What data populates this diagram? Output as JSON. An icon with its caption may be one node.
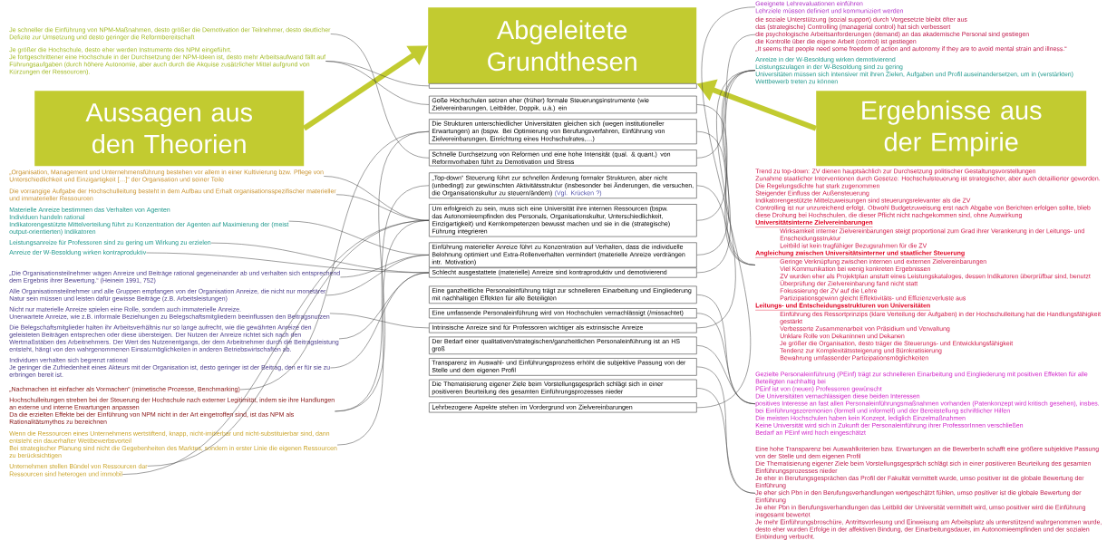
{
  "diagram": {
    "nodes": [
      {
        "text": [
          "Aussagen aus den Theorien"
        ]
      },
      {
        "text": [
          "Abgeleitete Grundthesen"
        ]
      },
      {
        "text": [
          "Ergebnisse aus der Empirie"
        ]
      },
      {
        "text": [
          "Je schneller die Einführung von NPM-Maßnahmen, desto größer die Demotivation der Teilnehmer, desto deutlicher Defizite zur Umsetzung und desto geringer die Reformbereitschaft"
        ]
      },
      {
        "text": [
          "Je größer die Hochschule, desto eher werden Instrumente des NPM eingeführt.",
          "Je fortgeschrittener eine Hochschule in der Durchsetzung der NPM-Ideen ist, desto mehr Arbeitsaufwand fällt auf Führungsaufgaben (durch höhere Autonomie, aber auch durch die Akquise zusätzlicher Mittel aufgrund von Kürzungen der Ressourcen)."
        ]
      },
      {
        "text": [
          "„Organisation, Management und Unternehmensführung bestehen vor allem in einer Kultivierung bzw. Pflege von Unterschiedlichkeit und Einzigartigkeit […]“ der Organisation und seiner Teile"
        ]
      },
      {
        "text": [
          "Die vorrangige Aufgabe der Hochschulleitung besteht in dem Aufbau und Erhalt organisationsspezifischer materieller und immaterieller Ressourcen"
        ]
      },
      {
        "text": [
          "Materielle Anreize bestimmen das Verhalten von Agenten",
          "Individuen handeln rational",
          "Indikatorengestützte Mittelverteilung führt zu Konzentration der Agenten auf Maximierung der (meist output-orientierten) Indikatoren"
        ]
      },
      {
        "text": [
          "Leistungsanreize für Professoren sind zu gering um Wirkung zu erzielen"
        ]
      },
      {
        "text": [
          "Anreize der W-Besoldung wirken kontraproduktiv"
        ]
      },
      {
        "text": [
          "„Die Organisationsteilnehmer wägen Anreize und Beiträge rational gegeneinander ab und verhalten sich entsprechend dem Ergebnis ihrer Bewertung.“ (Heinein 1991, 752)"
        ]
      },
      {
        "text": [
          "Alle Organisationsteilnehmer und alle Gruppen empfangen von der Organisation Anreize, die nicht nur monetärer Natur sein müssen und leisten dafür gewisse Beiträge (z.B. Arbeitsleistungen)"
        ]
      },
      {
        "text": [
          "Nicht nur materielle Anreize spielen eine Rolle, sondern auch immaterielle Anreize.",
          "Unerwartete Anreize, wie z.B. informale Beziehungen zu Belegschaftsmitgliedern beeinflussen den Beitragsnutzen"
        ]
      },
      {
        "text": [
          "Die Belegschaftsmitglieder halten ihr Arbeitsverhältnis nur so lange aufrecht, wie die gewährten Anreize den geleisteten Beiträgen entsprechen oder diese übersteigen. Der Nutzen der Anreize richtet sich nach den Wertmaßstäben des Arbeitnehmers. Der Wert des Nutzenentgangs, der dem Arbeitnehmer durch die Beitragsleistung entsteht, hängt von den wahrgenommenen Einsatzmöglichkeiten in anderen Betriebswirtschaften ab."
        ]
      },
      {
        "text": [
          "Individuen verhalten sich begrenzt rational",
          "Je geringer die Zufriedenheit eines Akteurs mit der Organisation ist, desto geringer ist der Beitrag, den er für sie zu erbringen bereit ist."
        ]
      },
      {
        "text": [
          "„Nachmachen ist einfacher als Vormachen“ (mimetische Prozesse, Benchmarking)"
        ]
      },
      {
        "text": [
          "Hochschulleitungen streben bei der Steuerung der Hochschule nach externer Legitimität, indem sie ihre Handlungen an externe und interne Erwartungen anpassen",
          "Da die erzielten Effekte bei der Einführung von NPM nicht in der Art eingetroffen sind, ist das NPM als Rationalitätsmythos zu bezeichnen"
        ]
      },
      {
        "text": [
          "Wenn die Ressourcen eines Unternehmens wertstiftend, knapp, nicht-imitierbar und nicht-substituierbar sind, dann entsteht ein dauerhafter Wettbewerbsvorteil",
          "Bei strategischer Planung sind nicht die Gegebenheiten des Marktes, sondern in erster Linie die eigenen Ressourcen zu berücksichtigen"
        ]
      },
      {
        "text": [
          "Unternehmen stellen Bündel von Ressourcen dar"
        ]
      },
      {
        "text": [
          "Ressourcen sind heterogen und immobil"
        ]
      },
      {
        "text": [],
        "shape": "box"
      },
      {
        "text": [
          "Goße Hochschulen setzen eher (früher) formale Steuerungsinstrumente (wie Zielvereinbarungen, Leitbilder, Doppik, u.ä.) ein"
        ]
      },
      {
        "text": [
          "Die Strukturen unterschiedlicher Universitäten gleichen sich (wegen institutioneller Erwartungen) an (bspw. Bei Optimierung von Berufungsverfahren, Einführung von Zielvereinbarungen, Einrichtung eines Hochschulrates,…)"
        ]
      },
      {
        "text": [
          "Schnelle Durchsetzung von Reformen und eine hohe Intensität (qual. & quant.) von Reformvorhaben führt zu Demotivation und Stress"
        ]
      },
      {
        "text": [
          "„Top-down“ Steuerung führt zur schnellen Änderung formaler Strukturen, aber nicht (unbedingt) zur gewünschten Aktivitätsstruktur (insbesonder bei Änderungen, die versuchen, die Organisationskultur zu steuern/ändern)",
          "(Vgl. Krücken ?)"
        ]
      },
      {
        "text": [
          "Um erfolgreich zu sein, muss sich eine Universität ihre internen Ressourcen (bspw. das Autonomieempfinden des Personals, Organisationskultur, Unterschiedlichkeit, Einzigartigkeit) und Kernkompetenzen bewusst machen und sie in die (strategische) Führung integrieren"
        ]
      },
      {
        "text": [
          "Einführung materieller Anreize führt zu Konzentration auf Verhalten, dass die individuelle Belohnung optimiert und Extra-Rollenverhalten vermindert (materielle Anreize verdrängen intr. Motivation)"
        ]
      },
      {
        "text": [
          "Schlecht ausgestattete (materielle) Anreize sind kontraproduktiv und demotivierend"
        ]
      },
      {
        "text": [
          "Eine ganzheitliche Personaleinführung trägt zur schnelleren Einarbeitung und Eingliederung mit nachhaltigen Effekten für alle Beteiligten"
        ]
      },
      {
        "text": [
          "Eine umfassende Personaleinführung wird von Hochschulen vernachlässigt (/missachtet)"
        ]
      },
      {
        "text": [
          "Intrinsische Anreize sind für Professoren wichtiger als extrinsische Anreize"
        ]
      },
      {
        "text": [
          "Der Bedarf einer qualitativen/strategischen/ganzheitlichen Personaleinführung ist an HS groß"
        ]
      },
      {
        "text": [
          "Transparenz im Auswahl- und Einführungsprozess erhöht die subjektive Passung von der Stelle und dem eigenen Profil"
        ]
      },
      {
        "text": [
          "Die Thematisierung eigener Ziele beim Vorstellungsgespräch schlägt sich in einer positiveren Beurteilung des gesamten Einführungsprozesses nieder"
        ]
      },
      {
        "text": [
          "Lehrbezogene Aspekte stehen im Vordergrund von Zielvereinbarungen"
        ]
      },
      {
        "text": [
          "Geeignete Lehrevaluationen einführen",
          "Lehrziele müssen definiert und kommuniziert werden"
        ]
      },
      {
        "text": [
          "die soziale Unterstützung (sozial support) durch Vorgesetzte bleibt öfter aus",
          "das (strategische) Controlling (managerial control) hat sich verbessert",
          "die psychologische Arbeitsanforderungen (demand) an das akademische Personal sind gestiegen",
          "die Kontrolle über die eigene Arbeit (control) ist gestiegen",
          "„It seems that people need some freedom of action and autonomy if they are to avoid mental strain and illness.“"
        ]
      },
      {
        "text": [
          "Anreize in der W-Besoldung wirken demotivierend",
          "Leistungszulagen in der W-Besoldung sind zu gering",
          "Universitäten müssen sich intensiver mit ihren Zielen, Aufgaben und Profil auseinandersetzen, um in (verstärkten) Wettbewerb treten zu können"
        ]
      },
      {
        "text": [
          "Trend zu top-down: ZV dienen hauptsächlich zur Durchsetzung politischer Gestaltungsvorstellungen",
          "Zunahme staatlicher Interventionen durch Gesetze: Hochschulsteuerung ist strategischer, aber auch detaillierter geworden. Die Regelungsdichte hat stark zugenommen",
          "Steigender Einfluss der Außensteuerung",
          "Indikatorengestützte Mittelzuweisungen sind steuerungsrelevanter als die ZV",
          "Controlling ist nur unzureichend erfolgt. Obwohl Budgetzuweisung erst nach Abgabe von Berichten erfolgen sollte, blieb diese Drohung bei Hochschulen, die dieser Pflicht nicht nachgekommen sind, ohne Auswirkung",
          "Universitätsinterne Zielvereinbarungen",
          "Wirksamkeit interner Zielvereinbarungen steigt proportional zum Grad ihrer Verankerung in der Leitungs- und Enscheidungsstruktur",
          "Leitbild ist kein tragfähiger Bezugsrahmen für die ZV",
          "Angleichung zwischen Universitätsinterner und staatlicher Steuerung",
          "Geringe Verknüpfung zwischen internen und externen Zielvereinbarungen",
          "Viel Kommunikation bei wenig konkreten Ergebnissen",
          "ZV wurden eher als Projektplan anstatt eines Leistungskataloges, dessen Indikatoren überprüfbar sind, benutzt",
          "Überprüfung der Zielvereinbarung fand nicht statt",
          "Fokussierung der ZV auf die Lehre",
          "Partizipationsgewinn gleicht Effektivitäts- und Effizienzverluste aus",
          "Leitungs- und Entscheidungsstrukturen von Universitäten",
          "Einführung des Ressortprinzips (klare Verteilung der Aufgaben) in der Hochschulleitung hat die Handlungsfähigkeit gestärkt",
          "Verbesserte Zusammenarbeit von Präsidium und Verwaltung",
          "Unklare Rolle von Dekaninnen und Dekanen",
          "Je größer die Organisation, desto träger die Steuerungs- und Entwicklungsfähigkeit",
          "Tendenz zur Komplexitätssteigerung und Bürokratisierung",
          "Bewahrung umfassender Partizipationsmöglichkeiten"
        ]
      },
      {
        "text": [
          "Gezielte Personaleinführung (PEinf) trägt zur schnelleren Einarbeitung und Eingliederung mit positiven Effekten für alle Beteiligten nachhaltig bei",
          "PEinf ist von (neuen) Professoren gewünscht",
          "Die Universitäten vernachlässigen diese beiden Interessen",
          "positives Interesse an fast allen Personaleinführungsmaßnahmen vorhanden (Patenkonzept wird kritisch gesehen), insbes. bei Einführungszeremonien (formell und informell) und der Bereitstellung schriftlicher Hilfen",
          "Die meisten Hochschulen haben kein Konzept, lediglich Einzelmaßnahmen",
          "Keine Universität wird sich in Zukunft der Personaleinführung ihrer ProfessorInnen verschließen",
          "Bedarf an PEinf wird hoch eingeschätzt"
        ]
      },
      {
        "text": [
          "Eine hohe Transparenz bei Auswahlkriterien bzw. Erwartungen an die BewerberIn schafft eine größere subjektive Passung von der Stelle und dem eigenen Profil",
          "Die Thematisierung eigener Ziele beim Vorstellungsgespräch schlägt sich in einer positiveren Beurteilung des gesamten Einführungsprozesses nieder",
          "Je eher in Berufungsgesprächen das Profil der Fakultät vermittelt wurde, umso positiver ist die globale Bewertung der Einführung",
          "Je eher sich Pbn in den Berufungsverhandlungen wertgeschätzt fühlen, umso positiver ist die globale Bewertung der Einführung",
          "Je eher Pbn in Berufungsverhandlungen das Leitbild der Universität vermittelt wird, umso positiver wird die Einführung insgesamt bewertet",
          "Je mehr Einführungsbroschüre, Antrittsvorlesung und Einweisung am Arbeitsplatz als unterstützend wahrgenommen wurde, desto eher wurden Erfolge in der affektiven Bindung, der Einarbeitungsdauer, im Autonomieempfinden und der sozialen Einbindung verbucht."
        ]
      }
    ],
    "edges": [
      {
        "from": 0,
        "to": 1,
        "arrow": "to",
        "style": "thick",
        "color": "#c2cb30"
      },
      {
        "from": 2,
        "to": 1,
        "arrow": "to",
        "style": "thick",
        "color": "#c2cb30"
      },
      {
        "from": 3,
        "to": 23,
        "arrow": "none"
      },
      {
        "from": 4,
        "to": 21,
        "arrow": "none"
      },
      {
        "from": 4,
        "to": 20,
        "arrow": "none"
      },
      {
        "from": 5,
        "to": 25,
        "arrow": "none"
      },
      {
        "from": 6,
        "to": 25,
        "arrow": "none"
      },
      {
        "from": 7,
        "to": 26,
        "arrow": "none"
      },
      {
        "from": 8,
        "to": 27,
        "arrow": "none"
      },
      {
        "from": 9,
        "to": 27,
        "arrow": "none"
      },
      {
        "from": 10,
        "to": 26,
        "arrow": "none"
      },
      {
        "from": 11,
        "to": 26,
        "arrow": "none"
      },
      {
        "from": 12,
        "to": 30,
        "arrow": "none"
      },
      {
        "from": 13,
        "to": 27,
        "arrow": "none"
      },
      {
        "from": 14,
        "to": 27,
        "arrow": "none"
      },
      {
        "from": 15,
        "to": 22,
        "arrow": "none"
      },
      {
        "from": 16,
        "to": 22,
        "arrow": "none"
      },
      {
        "from": 16,
        "to": 24,
        "arrow": "none"
      },
      {
        "from": 17,
        "to": 25,
        "arrow": "none"
      },
      {
        "from": 18,
        "to": 25,
        "arrow": "none"
      },
      {
        "from": 19,
        "to": 25,
        "arrow": "none"
      },
      {
        "from": 21,
        "to": 38,
        "arrow": "none"
      },
      {
        "from": 22,
        "to": 38,
        "arrow": "none"
      },
      {
        "from": 23,
        "to": 36,
        "arrow": "none"
      },
      {
        "from": 24,
        "to": 38,
        "arrow": "none"
      },
      {
        "from": 25,
        "to": 37,
        "arrow": "none"
      },
      {
        "from": 26,
        "to": 37,
        "arrow": "none"
      },
      {
        "from": 27,
        "to": 37,
        "arrow": "none"
      },
      {
        "from": 28,
        "to": 39,
        "arrow": "none"
      },
      {
        "from": 29,
        "to": 39,
        "arrow": "none"
      },
      {
        "from": 30,
        "to": 37,
        "arrow": "none"
      },
      {
        "from": 31,
        "to": 39,
        "arrow": "none"
      },
      {
        "from": 32,
        "to": 40,
        "arrow": "none"
      },
      {
        "from": 33,
        "to": 40,
        "arrow": "none"
      },
      {
        "from": 34,
        "to": 35,
        "arrow": "none"
      }
    ]
  }
}
